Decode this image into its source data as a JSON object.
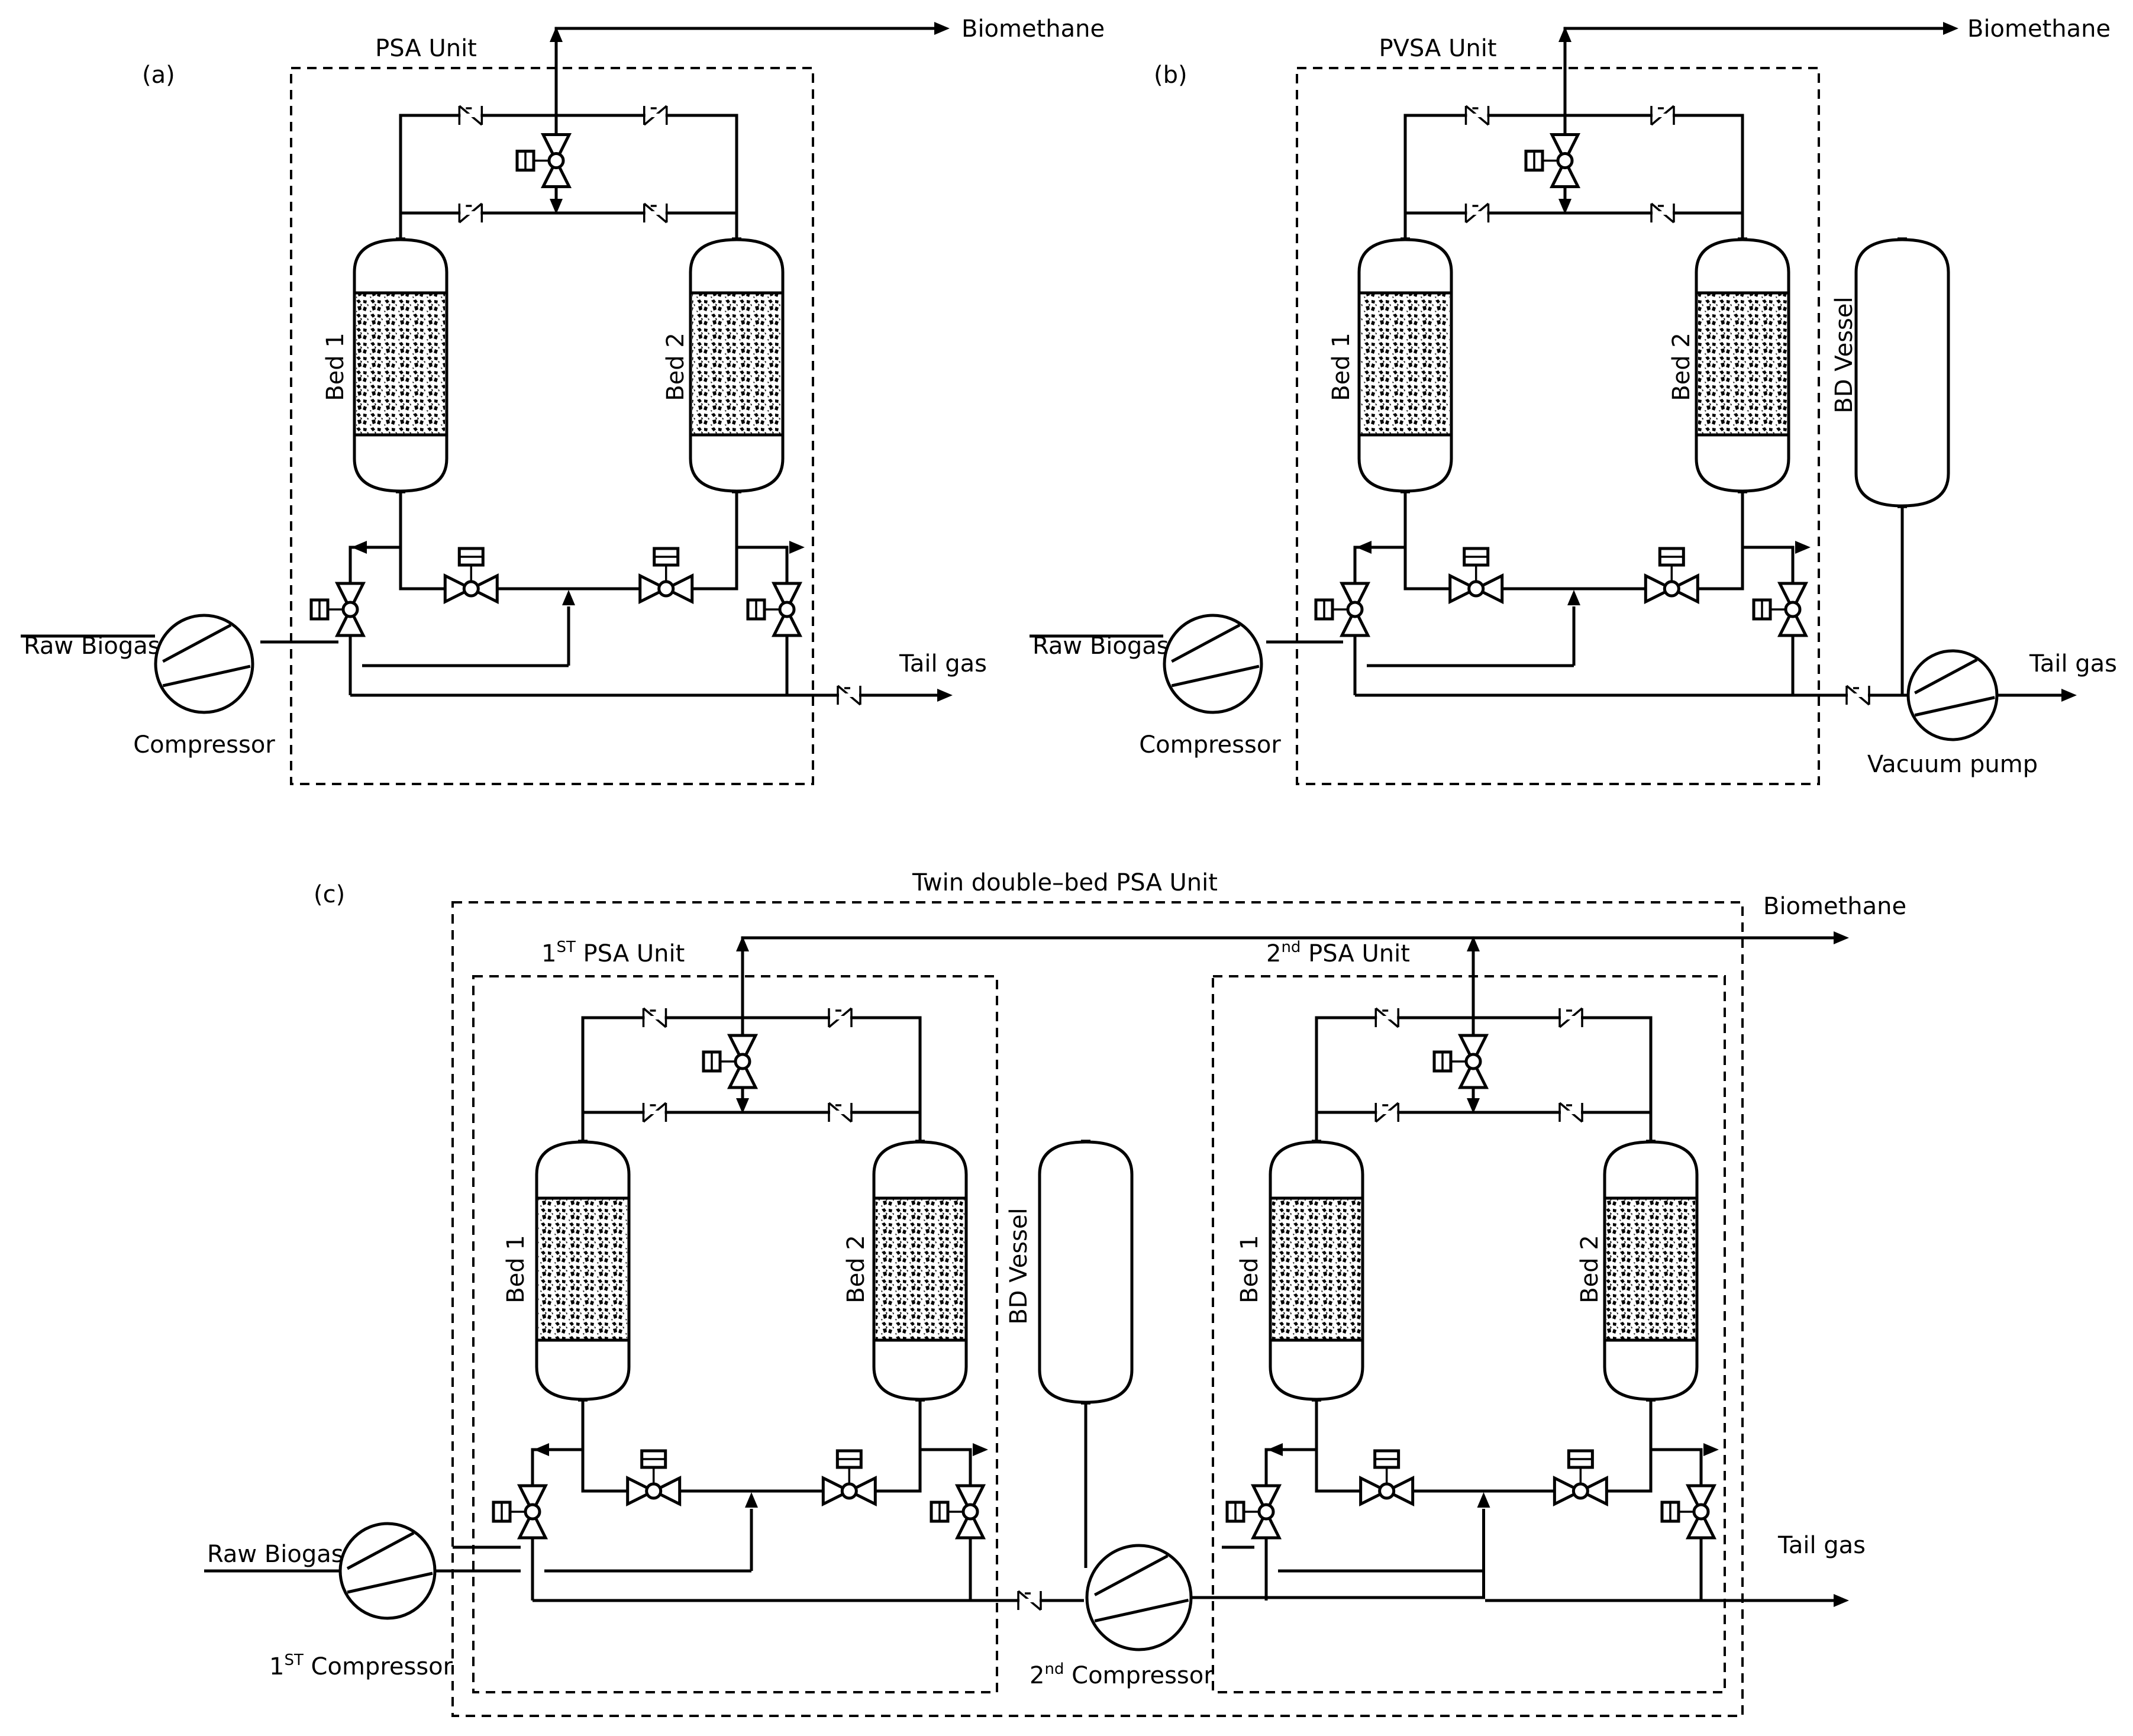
{
  "panels": {
    "a": {
      "tag": "(a)",
      "unit": "PSA Unit",
      "product": "Biomethane",
      "feed": "Raw Biogas",
      "compressor": "Compressor",
      "tail": "Tail gas",
      "bed1": "Bed 1",
      "bed2": "Bed 2"
    },
    "b": {
      "tag": "(b)",
      "unit": "PVSA Unit",
      "product": "Biomethane",
      "feed": "Raw Biogas",
      "compressor": "Compressor",
      "tail": "Tail gas",
      "bed1": "Bed 1",
      "bed2": "Bed 2",
      "vessel": "BD Vessel",
      "pump": "Vacuum pump"
    },
    "c": {
      "tag": "(c)",
      "unit": "Twin double–bed PSA Unit",
      "product": "Biomethane",
      "feed": "Raw Biogas",
      "tail": "Tail gas",
      "vessel": "BD Vessel",
      "sub1": {
        "prefix": "1",
        "sup": "ST",
        "suffix": " PSA Unit",
        "bed1": "Bed 1",
        "bed2": "Bed 2"
      },
      "sub2": {
        "prefix": "2",
        "sup": "nd",
        "suffix": " PSA Unit",
        "bed1": "Bed 1",
        "bed2": "Bed 2"
      },
      "comp1": {
        "prefix": "1",
        "sup": "ST",
        "suffix": " Compressor"
      },
      "comp2": {
        "prefix": "2",
        "sup": "nd",
        "suffix": " Compressor"
      }
    }
  }
}
